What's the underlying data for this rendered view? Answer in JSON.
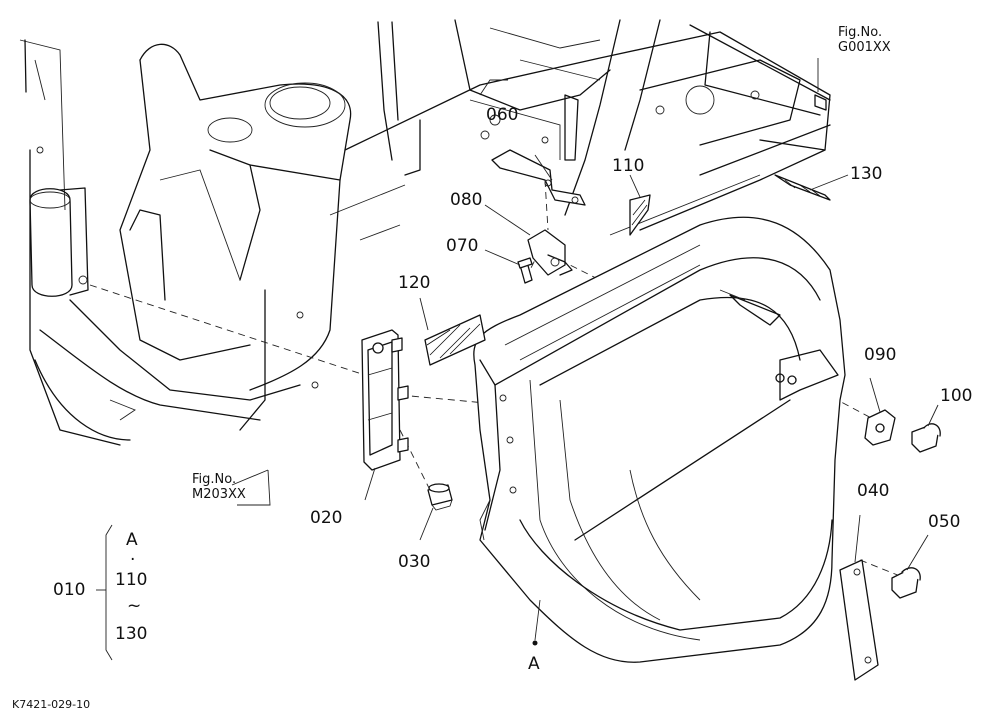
{
  "fig_refs": {
    "top_right": {
      "line1": "Fig.No.",
      "line2": "G001XX"
    },
    "bottom_left": {
      "line1": "Fig.No.",
      "line2": "M203XX"
    }
  },
  "parts": {
    "p010": "010",
    "p020": "020",
    "p030": "030",
    "p040": "040",
    "p050": "050",
    "p060": "060",
    "p070": "070",
    "p080": "080",
    "p090": "090",
    "p100": "100",
    "p110": "110",
    "p120": "120",
    "p130": "130"
  },
  "legend_010": {
    "a": "A",
    "dot": "·",
    "from": "110",
    "tilde": "~",
    "to": "130"
  },
  "view_marker": "A",
  "drawing_id": "K7421-029-10"
}
